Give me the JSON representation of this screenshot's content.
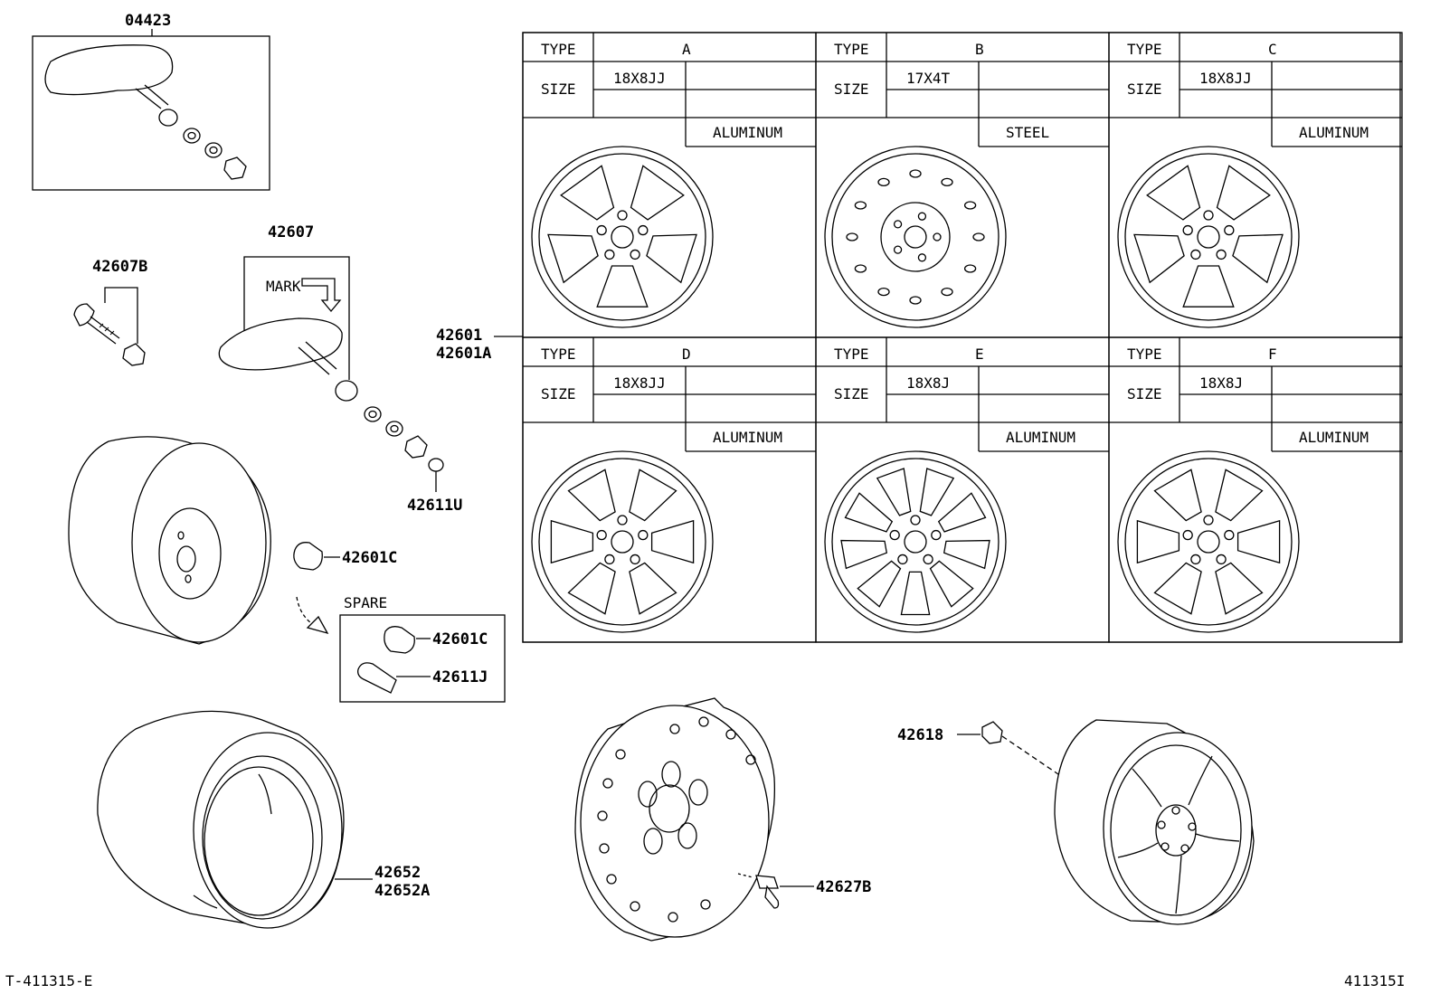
{
  "parts": {
    "p04423": "04423",
    "p42607": "42607",
    "p42607b": "42607B",
    "mark": "MARK",
    "p42601": "42601",
    "p42601a": "42601A",
    "p42611u": "42611U",
    "p42601c": "42601C",
    "spare": "SPARE",
    "p42601c_spare": "42601C",
    "p42611j": "42611J",
    "p42618": "42618",
    "p42652": "42652",
    "p42652a": "42652A",
    "p42627b": "42627B"
  },
  "table": {
    "type_label": "TYPE",
    "size_label": "SIZE",
    "cells": [
      {
        "type": "A",
        "size": "18X8JJ",
        "material": "ALUMINUM"
      },
      {
        "type": "B",
        "size": "17X4T",
        "material": "STEEL"
      },
      {
        "type": "C",
        "size": "18X8JJ",
        "material": "ALUMINUM"
      },
      {
        "type": "D",
        "size": "18X8JJ",
        "material": "ALUMINUM"
      },
      {
        "type": "E",
        "size": "18X8J",
        "material": "ALUMINUM"
      },
      {
        "type": "F",
        "size": "18X8J",
        "material": "ALUMINUM"
      }
    ]
  },
  "footer": {
    "left_code": "T-411315-E",
    "right_code": "411315I"
  }
}
